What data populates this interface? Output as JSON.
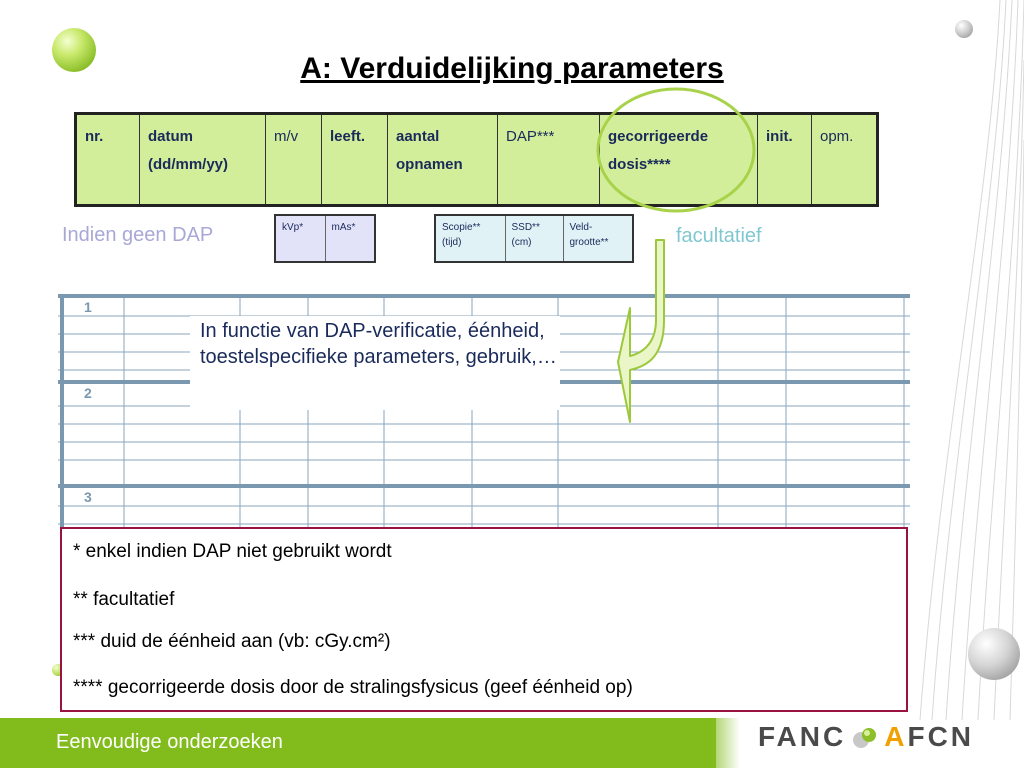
{
  "title": "A: Verduidelijking parameters",
  "header_table": {
    "columns": [
      {
        "label": "nr.",
        "bold": true
      },
      {
        "label": "datum (dd/mm/yy)",
        "bold": true
      },
      {
        "label": "m/v",
        "bold": false
      },
      {
        "label": "leeft.",
        "bold": true
      },
      {
        "label": "aantal opnamen",
        "bold": true
      },
      {
        "label": "DAP***",
        "bold": false
      },
      {
        "label": "gecorrigeerde dosis****",
        "bold": true
      },
      {
        "label": "init.",
        "bold": true
      },
      {
        "label": "opm.",
        "bold": false
      }
    ]
  },
  "label_no_dap": "Indien geen DAP",
  "table_kvp": [
    "kVp*",
    "mAs*"
  ],
  "table_scopie": [
    "Scopie** (tijd)",
    "SSD** (cm)",
    "Veld-grootte**"
  ],
  "label_facultatief": "facultatief",
  "note": "In functie van DAP-verificatie, éénheid, toestelspecifieke parameters, gebruik,…",
  "grid_rows": [
    "1",
    "2",
    "3"
  ],
  "footnotes": [
    "* enkel indien DAP niet gebruikt wordt",
    "** facultatief",
    "*** duid de éénheid aan (vb: cGy.cm²)",
    "**** gecorrigeerde dosis door de stralingsfysicus (geef éénheid op)"
  ],
  "footer": "Eenvoudige onderzoeken",
  "logo": {
    "left": "FANC",
    "right_accent": "A",
    "right_rest": "FCN"
  },
  "colors": {
    "accent_green": "#82bc1c",
    "header_fill": "#d3ee9a",
    "footnote_border": "#9a1340"
  }
}
